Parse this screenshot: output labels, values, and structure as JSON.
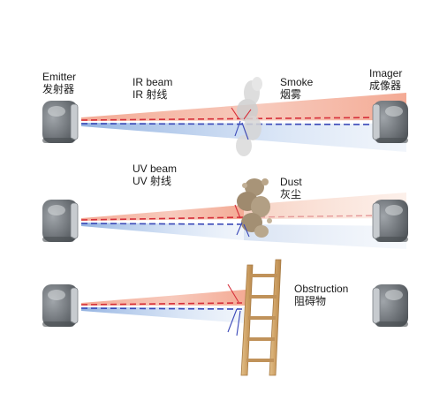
{
  "labels": {
    "emitter": {
      "en": "Emitter",
      "zh": "发射器"
    },
    "ir_beam": {
      "en": "IR beam",
      "zh": "IR 射线"
    },
    "smoke": {
      "en": "Smoke",
      "zh": "烟雾"
    },
    "imager": {
      "en": "Imager",
      "zh": "成像器"
    },
    "uv_beam": {
      "en": "UV beam",
      "zh": "UV 射线"
    },
    "dust": {
      "en": "Dust",
      "zh": "灰尘"
    },
    "obstruction": {
      "en": "Obstruction",
      "zh": "阻碍物"
    }
  },
  "colors": {
    "ir": "#d62f3a",
    "uv": "#3a48b8",
    "ir_fan": "#e8806a",
    "uv_fan": "#8fb4e4",
    "device_body": "#6e7378",
    "device_face": "#b4b9be",
    "ladder": "#c99a5c",
    "dust_cloud": "#a08c74",
    "smoke_cloud": "#c9c9c9"
  },
  "scenarios": [
    {
      "condition": "smoke"
    },
    {
      "condition": "dust"
    },
    {
      "condition": "obstruction"
    }
  ]
}
